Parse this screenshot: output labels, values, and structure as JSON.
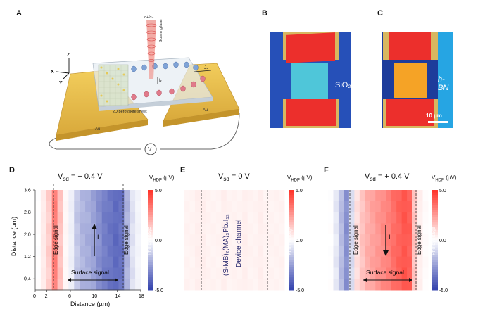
{
  "panels": {
    "A": {
      "label": "A",
      "laser_label": "Scanning laser",
      "polarization": "σ+/σ−",
      "axes": {
        "x": "X",
        "y": "Y",
        "z": "Z"
      },
      "current_label": "Iₓ",
      "lateral_label": "Jₛ",
      "sheet_label": "2D perovskite sheet",
      "electrode_left": "Au",
      "electrode_right": "Au"
    },
    "B": {
      "label": "B",
      "substrate": "SiO₂"
    },
    "C": {
      "label": "C",
      "substrate": "h-BN",
      "scalebar": "10 µm"
    },
    "D": {
      "label": "D",
      "title": "V_sd = − 0.4 V",
      "colorbar_title": "V_HDP (µV)",
      "colorbar_ticks": [
        "5.0",
        "0.0",
        "-5.0"
      ],
      "colorbar_axis_label": "Photovoltage",
      "ylabel": "Distance (µm)",
      "xlabel": "Distance (µm)",
      "yticks": [
        "3.6",
        "2.8",
        "2.0",
        "1.2",
        "0.4"
      ],
      "xticks": [
        "0",
        "2",
        "6",
        "10",
        "14",
        "18"
      ],
      "edge_left": "Edge signal",
      "edge_right": "Edge signal",
      "surface": "Surface signal",
      "current": "I"
    },
    "E": {
      "label": "E",
      "title": "V_sd = 0 V",
      "colorbar_title": "V_HDP (µV)",
      "colorbar_ticks": [
        "5.0",
        "0.0",
        "-5.0"
      ],
      "colorbar_axis_label": "Photovoltage",
      "material": "(S-MB)₂(MA)₃Pb₄I₁₃",
      "channel": "Device channel"
    },
    "F": {
      "label": "F",
      "title": "V_sd = + 0.4 V",
      "colorbar_title": "V_HDP (µV)",
      "colorbar_ticks": [
        "5.0",
        "0.0",
        "-5.0"
      ],
      "colorbar_axis_label": "Photovoltage",
      "edge_left": "Edge signal",
      "edge_right": "Edge signal",
      "surface": "Surface signal",
      "current": "I"
    }
  },
  "chart_data": [
    {
      "type": "heatmap",
      "title": "V_sd = − 0.4 V",
      "xlabel": "Distance (µm)",
      "ylabel": "Distance (µm)",
      "xlim": [
        0,
        18
      ],
      "ylim": [
        0,
        3.6
      ],
      "colorbar": {
        "title": "V_HDP (µV)",
        "range": [
          -5.0,
          5.0
        ]
      },
      "x_profile": [
        0,
        0.5,
        1.2,
        3.2,
        1.5,
        0.2,
        -0.4,
        -1.5,
        -2.0,
        -2.2,
        -2.5,
        -3.0,
        -3.5,
        -3.7,
        -4.0,
        -3.8,
        -2.0,
        -0.8,
        -0.3
      ],
      "edges_x": [
        2.4,
        13.6
      ]
    },
    {
      "type": "heatmap",
      "title": "V_sd = 0 V",
      "xlim": [
        0,
        18
      ],
      "ylim": [
        0,
        3.6
      ],
      "colorbar": {
        "title": "V_HDP (µV)",
        "range": [
          -5.0,
          5.0
        ]
      },
      "x_profile": [
        0.3,
        0.3,
        0.4,
        0.4,
        0.3,
        0.3,
        0.3,
        0.4,
        0.3,
        0.3,
        0.3,
        0.4,
        0.3,
        0.3,
        0.4,
        0.3,
        0.3,
        0.3,
        0.3
      ],
      "edges_x": [
        2.4,
        13.6
      ]
    },
    {
      "type": "heatmap",
      "title": "V_sd = + 0.4 V",
      "xlim": [
        0,
        18
      ],
      "ylim": [
        0,
        3.6
      ],
      "colorbar": {
        "title": "V_HDP (µV)",
        "range": [
          -5.0,
          5.0
        ]
      },
      "x_profile": [
        0.0,
        -0.6,
        -1.8,
        -3.0,
        -1.0,
        0.8,
        1.5,
        2.0,
        2.3,
        2.6,
        2.9,
        3.2,
        3.6,
        3.9,
        4.2,
        4.0,
        1.5,
        0.4,
        0.1
      ],
      "edges_x": [
        2.4,
        13.6
      ]
    }
  ]
}
